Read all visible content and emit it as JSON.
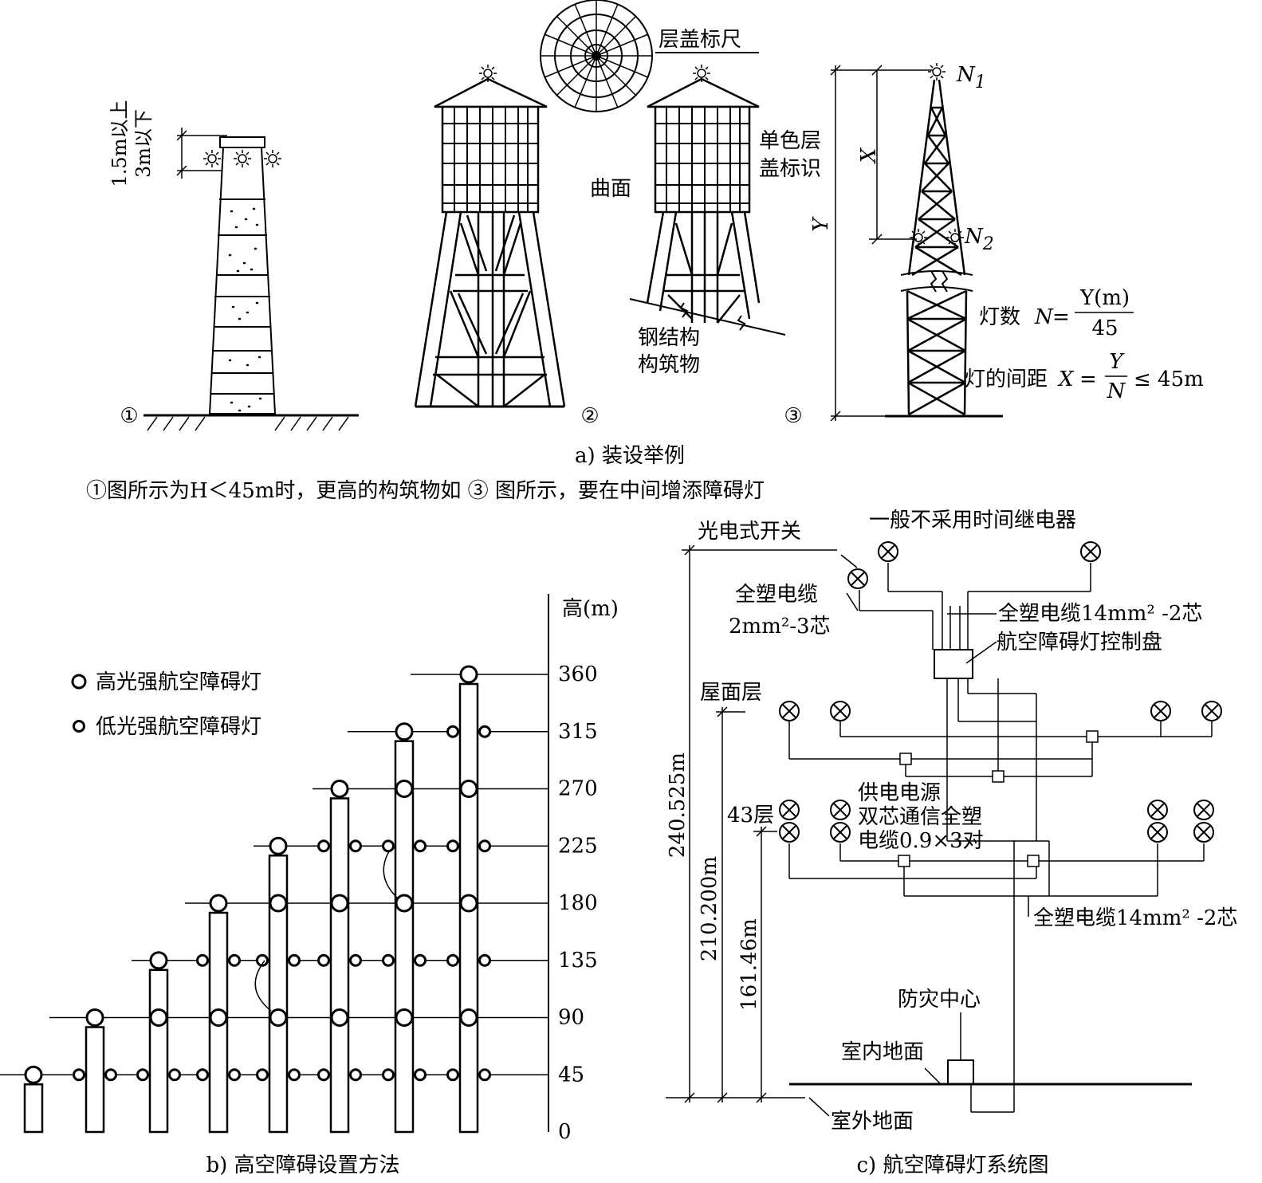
{
  "panel_a": {
    "caption": "a) 装设举例",
    "note": "①图所示为H＜45m时，更高的构筑物如 ③ 图所示，要在中间增添障碍灯",
    "fig1": {
      "num": "①",
      "dim_above": "1.5m以上",
      "dim_below": "3m以下"
    },
    "fig2": {
      "num": "②",
      "top_label": "层盖标尺",
      "curved_label": "曲面",
      "mono_label_line1": "单色层",
      "mono_label_line2": "盖标识",
      "steel_line1": "钢结构",
      "steel_line2": "构筑物"
    },
    "fig3": {
      "num": "③",
      "n1": "N",
      "n1_sub": "1",
      "n2": "N",
      "n2_sub": "2",
      "x_label": "X",
      "y_label": "Y",
      "count_prefix": "灯数",
      "count_var": "N",
      "count_eq": "=",
      "count_num": "Y(m)",
      "count_den": "45",
      "spacing_prefix": "灯的间距",
      "spacing_var": "X",
      "spacing_eq": "=",
      "spacing_num": "Y",
      "spacing_den": "N",
      "spacing_suffix": "≤ 45m"
    }
  },
  "panel_b": {
    "caption": "b) 高空障碍设置方法",
    "axis_title": "高(m)",
    "legend_high": "高光强航空障碍灯",
    "legend_low": "低光强航空障碍灯",
    "ticks": [
      "360",
      "315",
      "270",
      "225",
      "180",
      "135",
      "90",
      "45",
      "0"
    ]
  },
  "panel_c": {
    "caption": "c) 航空障碍灯系统图",
    "photo_switch": "光电式开关",
    "no_relay": "一般不采用时间继电器",
    "cable_a_line1": "全塑电缆",
    "cable_a_line2": "2mm²-3芯",
    "cable_b": "全塑电缆14mm² -2芯",
    "control_panel": "航空障碍灯控制盘",
    "roof": "屋面层",
    "power_line1": "供电电源",
    "power_line2": "双芯通信全塑",
    "power_line3": "电缆0.9×3对",
    "floor43": "43层",
    "cable_c": "全塑电缆14mm² -2芯",
    "h1": "240.525m",
    "h2": "210.200m",
    "h3": "161.46m",
    "disaster_center": "防灾中心",
    "indoor_floor": "室内地面",
    "outdoor_ground": "室外地面"
  }
}
